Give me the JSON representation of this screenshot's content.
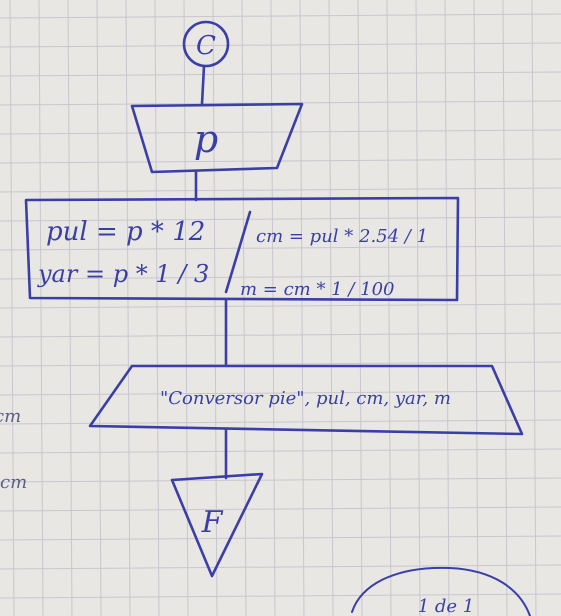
{
  "diagram": {
    "start_connector": "C",
    "input_node": "p",
    "process": {
      "line1_left": "pul = p * 12",
      "line2_left": "yar = p * 1 / 3",
      "line1_right": "cm = pul * 2.54 / 1",
      "line2_right": "m = cm * 1 / 100"
    },
    "output_node": "\"Conversor pie\", pul, cm, yar, m",
    "end_connector": "F",
    "margin_notes": [
      "cm",
      "cm"
    ],
    "bottom_fragment": "1 de 1"
  },
  "colors": {
    "paper": "#e9e7e3",
    "grid": "#c9c6cf",
    "ink": "#3a3fa8"
  }
}
